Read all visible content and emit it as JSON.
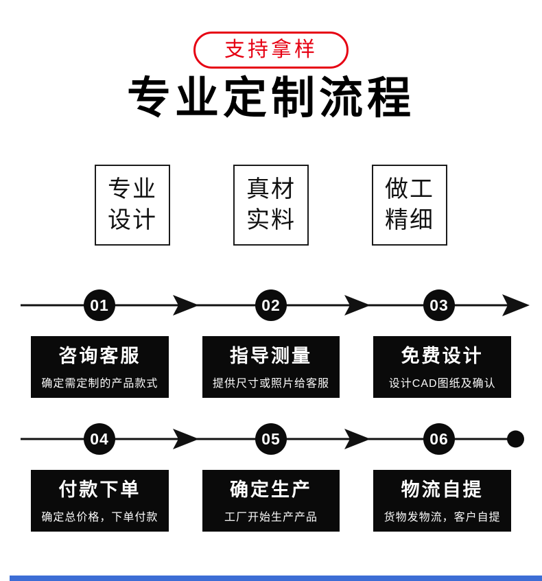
{
  "badge": {
    "label": "支持拿样"
  },
  "title": "专业定制流程",
  "features": [
    {
      "line1": "专业",
      "line2": "设计"
    },
    {
      "line1": "真材",
      "line2": "实料"
    },
    {
      "line1": "做工",
      "line2": "精细"
    }
  ],
  "steps": [
    {
      "number": "01",
      "title": "咨询客服",
      "desc": "确定需定制的产品款式"
    },
    {
      "number": "02",
      "title": "指导测量",
      "desc": "提供尺寸或照片给客服"
    },
    {
      "number": "03",
      "title": "免费设计",
      "desc": "设计CAD图纸及确认"
    },
    {
      "number": "04",
      "title": "付款下单",
      "desc": "确定总价格，下单付款"
    },
    {
      "number": "05",
      "title": "确定生产",
      "desc": "工厂开始生产产品"
    },
    {
      "number": "06",
      "title": "物流自提",
      "desc": "货物发物流，客户自提"
    }
  ],
  "colors": {
    "accent_red": "#e60012",
    "box_black": "#0a0a0a",
    "bottom_bar_blue": "#3c6dd5"
  }
}
